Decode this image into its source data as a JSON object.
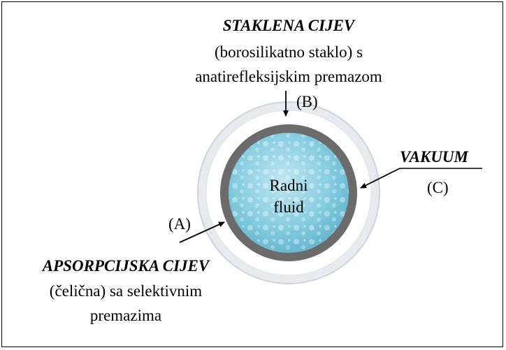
{
  "glass_tube": {
    "title": "STAKLENA CIJEV",
    "line1": "(borosilikatno staklo) s",
    "line2": "anatirefleksijskim premazom",
    "marker": "(B)"
  },
  "vacuum": {
    "title": "VAKUUM",
    "marker": "(C)"
  },
  "absorber": {
    "marker": "(A)",
    "title": "APSORPCIJSKA CIJEV",
    "line1": "(čelična) sa selektivnim",
    "line2": "premazima"
  },
  "fluid": {
    "line1": "Radni",
    "line2": "fluid"
  },
  "colors": {
    "glass_ring": "#e4e4ec",
    "vacuum_gap": "#ffffff",
    "absorber_ring": "#6b6b6b",
    "fluid": "#7cc6dc"
  }
}
